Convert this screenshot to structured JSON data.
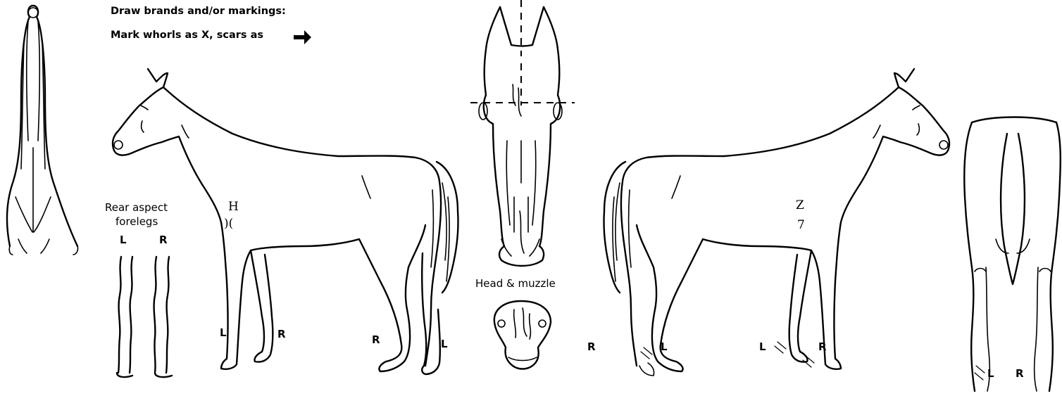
{
  "instructions": {
    "line1": "Draw brands and/or markings:",
    "line2": "Mark whorls as X, scars as"
  },
  "labels": {
    "rear_aspect_line1": "Rear aspect",
    "rear_aspect_line2": "forelegs",
    "head_muzzle": "Head & muzzle"
  },
  "leg_labels": {
    "rear_aspect": [
      "L",
      "R"
    ],
    "left_side_front": [
      "L",
      "R"
    ],
    "left_side_hind": [
      "R",
      "L"
    ],
    "right_side_hind": [
      "R",
      "L"
    ],
    "right_side_front": [
      "L",
      "R"
    ],
    "rear_view": [
      "L",
      "R"
    ]
  },
  "brand_marks": {
    "left_shoulder_top": "H",
    "left_shoulder_bottom": ")(",
    "right_shoulder_top": "Z",
    "right_shoulder_bottom": "7"
  },
  "icons": [
    "arrow-right-icon"
  ],
  "colors": {
    "ink": "#000000",
    "paper": "#ffffff"
  }
}
